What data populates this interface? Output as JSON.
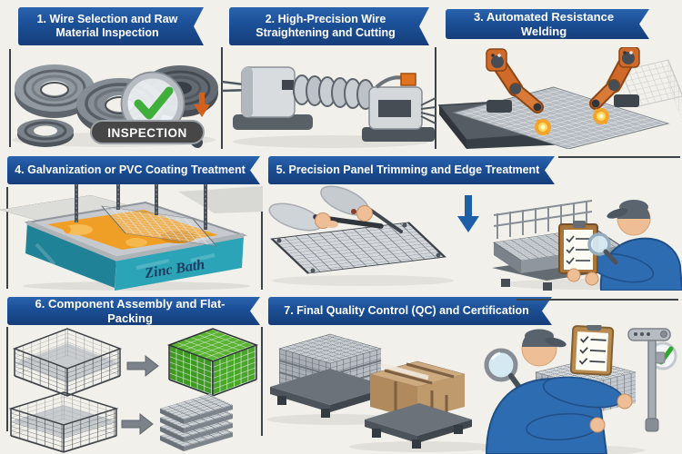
{
  "steps": [
    {
      "label": "1. Wire Selection and Raw Material Inspection",
      "badge": "INSPECTION",
      "illustration": "wire-coils-with-magnifier-check"
    },
    {
      "label": "2. High-Precision Wire Straightening and Cutting",
      "illustration": "wire-straightening-machine"
    },
    {
      "label": "3. Automated Resistance Welding",
      "illustration": "robotic-welding-arms-over-mesh"
    },
    {
      "label": "4. Galvanization or PVC Coating Treatment",
      "tank_label": "Zinc Bath",
      "illustration": "mesh-panel-dipped-in-zinc-bath"
    },
    {
      "label": "5. Precision Panel Trimming and Edge Treatment",
      "illustration": "hands-trimming-panel-and-inspector-with-clipboard"
    },
    {
      "label": "6. Component Assembly and Flat-Packing",
      "illustration": "wire-cages-to-filled-gabion-and-flat-pack"
    },
    {
      "label": "7. Final Quality Control (QC) and Certification",
      "illustration": "pallets-package-inspector-checklist-caliper"
    }
  ],
  "colors": {
    "background": "#f2f0ea",
    "banner_blue": "#1b4f96",
    "banner_blue_dark": "#163e7a",
    "banner_text": "#ffffff",
    "accent_orange": "#d9641e",
    "robot_orange": "#cf6a2a",
    "check_green": "#3fae3a",
    "zinc_teal": "#2ba4b8",
    "molten_zinc": "#ef9f25",
    "worker_blue": "#2e6cb2",
    "inspection_pill": "#474747",
    "divider": "#3d4248"
  }
}
